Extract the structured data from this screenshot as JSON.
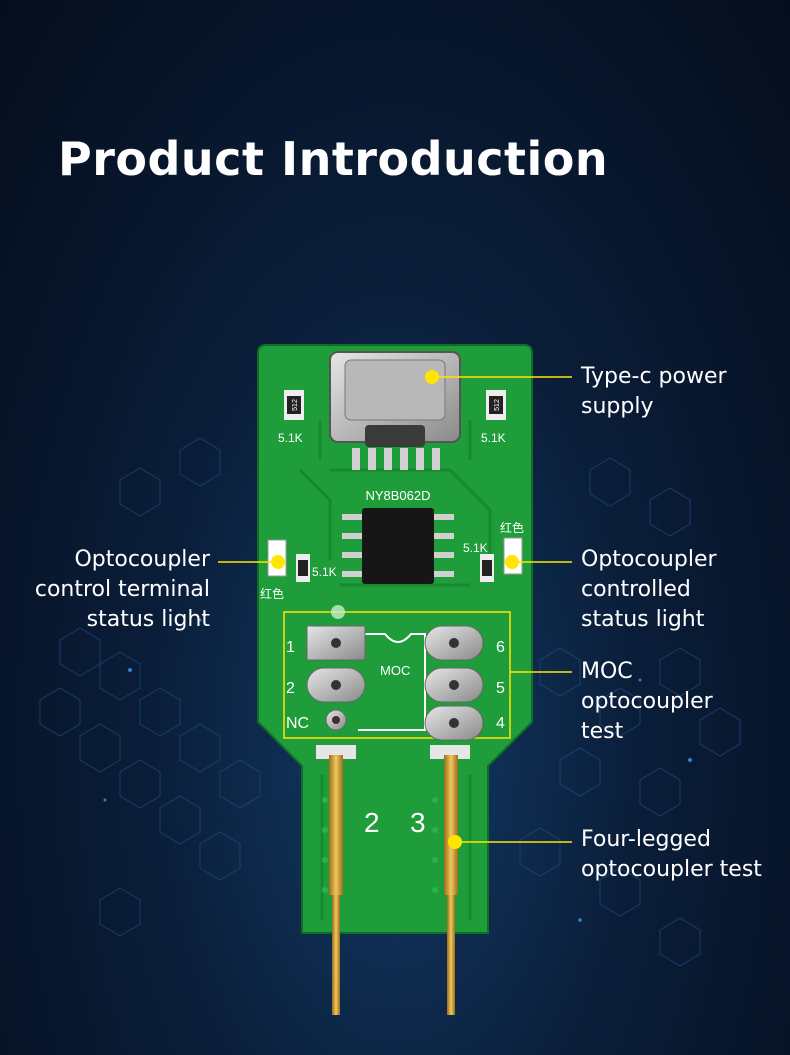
{
  "title": "Product Introduction",
  "colors": {
    "accent": "#ffe600",
    "pcb": "#1f9d3a",
    "gold": "#d8a63a",
    "background": "#07142a"
  },
  "callouts": {
    "typec": [
      "Type-c power",
      "supply"
    ],
    "control": [
      "Optocoupler",
      "control terminal",
      "status light"
    ],
    "controlled": [
      "Optocoupler",
      "controlled",
      "status light"
    ],
    "moc": [
      "MOC",
      "optocoupler",
      "test"
    ],
    "four": [
      "Four-legged",
      "optocoupler test"
    ]
  },
  "pcb": {
    "chip_label": "NY8B062D",
    "resistor_left": "5.1K",
    "resistor_right": "5.1K",
    "resistor_mid_left": "5.1K",
    "resistor_mid_right": "5.1K",
    "red_left": "红色",
    "red_right": "红色",
    "smd_code": "512",
    "moc_label": "MOC",
    "pins": [
      "1",
      "2",
      "NC",
      "6",
      "5",
      "4"
    ],
    "probe_numbers": [
      "2",
      "3"
    ]
  }
}
